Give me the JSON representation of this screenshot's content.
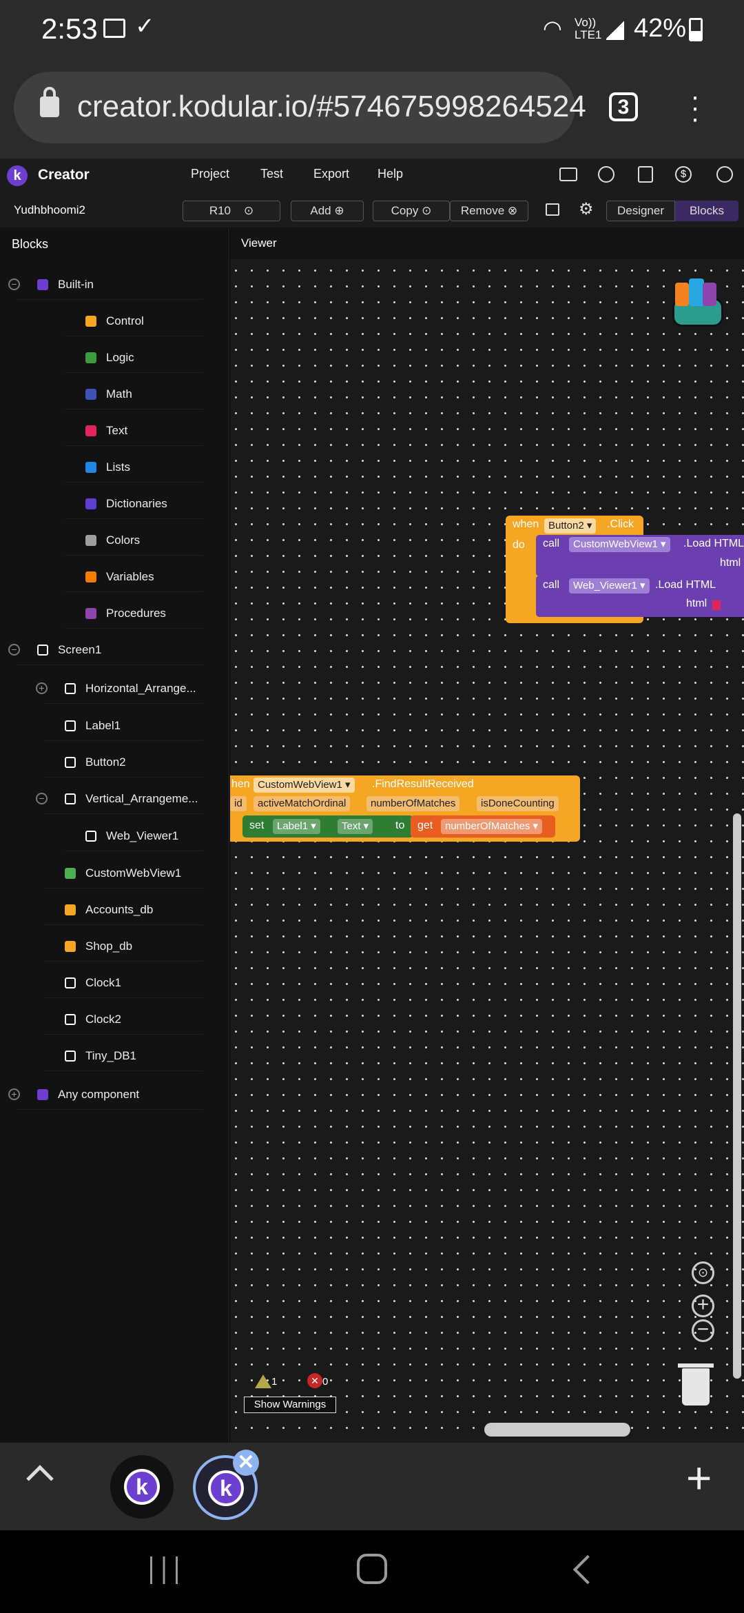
{
  "status_bar": {
    "time": "2:53",
    "network": "Vo)) LTE1",
    "battery": "42%"
  },
  "browser": {
    "url": "creator.kodular.io/#574675998264524",
    "tab_count": "3"
  },
  "app": {
    "title": "Creator",
    "menu": [
      "Project",
      "Test",
      "Export",
      "Help"
    ],
    "project_name": "Yudhbhoomi2",
    "toolbar": {
      "screen": "R10",
      "add": "Add",
      "copy": "Copy",
      "remove": "Remove",
      "designer": "Designer",
      "blocks": "Blocks"
    }
  },
  "blocks_panel": {
    "title": "Blocks",
    "items": [
      {
        "label": "Built-in",
        "icon": "builtin-icon",
        "color": "#6c3fd1"
      },
      {
        "label": "Control",
        "icon": "control-icon",
        "color": "#f5a623"
      },
      {
        "label": "Logic",
        "icon": "logic-icon",
        "color": "#3c9b3c"
      },
      {
        "label": "Math",
        "icon": "math-icon",
        "color": "#3f51b5"
      },
      {
        "label": "Text",
        "icon": "text-icon",
        "color": "#e0245e"
      },
      {
        "label": "Lists",
        "icon": "lists-icon",
        "color": "#1e88e5"
      },
      {
        "label": "Dictionaries",
        "icon": "dictionaries-icon",
        "color": "#5c3fd1"
      },
      {
        "label": "Colors",
        "icon": "colors-icon",
        "color": "#9e9e9e"
      },
      {
        "label": "Variables",
        "icon": "variables-icon",
        "color": "#f57c00"
      },
      {
        "label": "Procedures",
        "icon": "procedures-icon",
        "color": "#8e44ad"
      },
      {
        "label": "Screen1",
        "icon": "phone-icon",
        "color": "#ffffff"
      },
      {
        "label": "Horizontal_Arrange...",
        "icon": "horizontal-arrangement-icon",
        "color": "#ffffff"
      },
      {
        "label": "Label1",
        "icon": "label-icon",
        "color": "#ffffff"
      },
      {
        "label": "Button2",
        "icon": "button-icon",
        "color": "#ffffff"
      },
      {
        "label": "Vertical_Arrangeme...",
        "icon": "vertical-arrangement-icon",
        "color": "#ffffff"
      },
      {
        "label": "Web_Viewer1",
        "icon": "webviewer-icon",
        "color": "#ffffff"
      },
      {
        "label": "CustomWebView1",
        "icon": "customwebview-icon",
        "color": "#4caf50"
      },
      {
        "label": "Accounts_db",
        "icon": "firebase-icon",
        "color": "#f5a623"
      },
      {
        "label": "Shop_db",
        "icon": "firebase-icon",
        "color": "#f5a623"
      },
      {
        "label": "Clock1",
        "icon": "clock-icon",
        "color": "#ffffff"
      },
      {
        "label": "Clock2",
        "icon": "clock-icon",
        "color": "#ffffff"
      },
      {
        "label": "Tiny_DB1",
        "icon": "database-icon",
        "color": "#ffffff"
      },
      {
        "label": "Any component",
        "icon": "any-component-icon",
        "color": "#6c3fd1"
      }
    ]
  },
  "viewer": {
    "title": "Viewer",
    "block1": {
      "when": "when",
      "component": "Button2",
      "event": ".Click",
      "do": "do",
      "call1": "call",
      "call1_component": "CustomWebView1",
      "call1_method": ".Load HTML",
      "call1_param": "html",
      "call2": "call",
      "call2_component": "Web_Viewer1",
      "call2_method": ".Load HTML",
      "call2_param": "html"
    },
    "block2": {
      "when": "hen",
      "component": "CustomWebView1",
      "event": ".FindResultReceived",
      "params": [
        "id",
        "activeMatchOrdinal",
        "numberOfMatches",
        "isDoneCounting"
      ],
      "set": "set",
      "set_component": "Label1",
      "set_property": "Text",
      "to": "to",
      "get": "get",
      "get_var": "numberOfMatches"
    },
    "warnings_count": "1",
    "errors_count": "0",
    "show_warnings": "Show Warnings"
  }
}
